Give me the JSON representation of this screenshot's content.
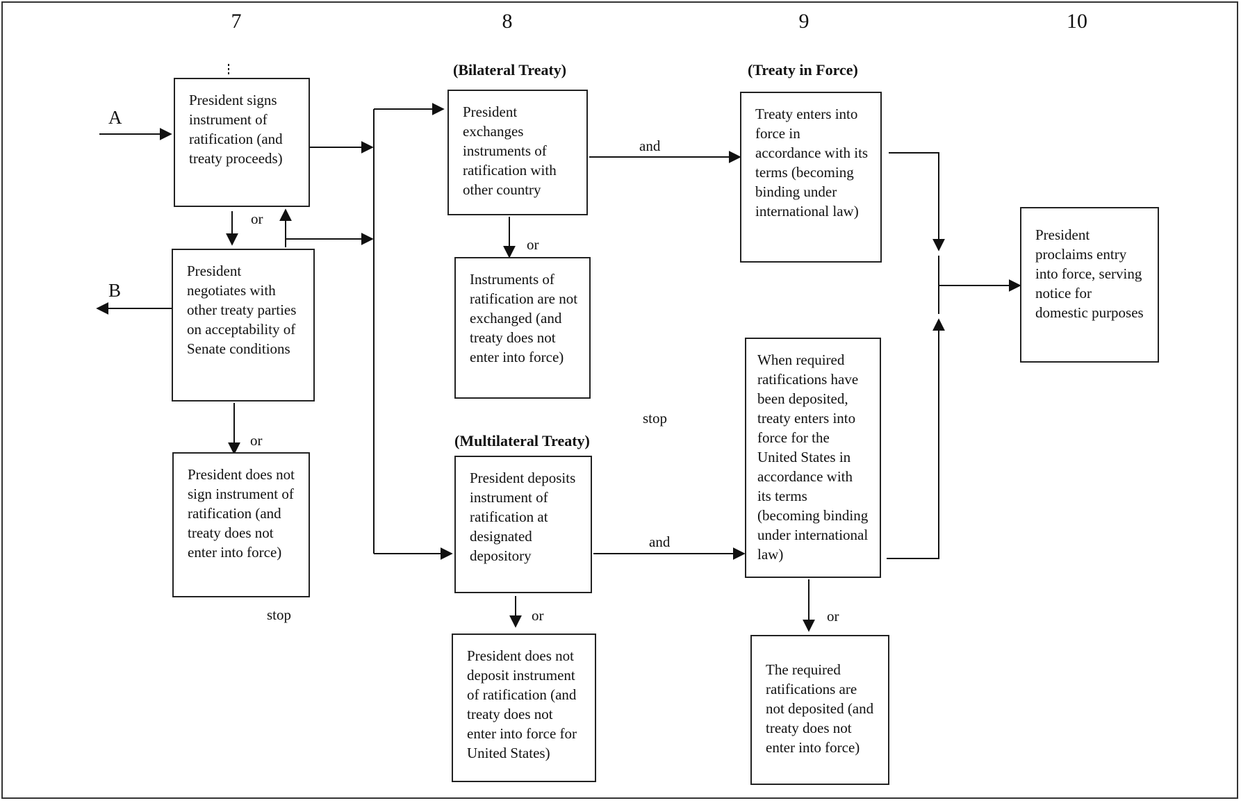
{
  "columns": {
    "c7": "7",
    "c8": "8",
    "c9": "9",
    "c10": "10"
  },
  "headings": {
    "bilateral": "(Bilateral Treaty)",
    "multilateral": "(Multilateral Treaty)",
    "in_force": "(Treaty in Force)"
  },
  "entries": {
    "a": "A",
    "b": "B"
  },
  "boxes": {
    "signs": "President signs instrument of ratification (and treaty proceeds)",
    "negotiates": "President negotiates with other treaty parties on acceptability of Senate conditions",
    "not_sign": "President does not sign instrument of ratification (and treaty does not enter into force)",
    "exchanges": "President exchanges instruments of ratification with other country",
    "not_exchanged": "Instruments of ratification are not exchanged (and treaty does not enter into force)",
    "deposits": "President deposits instrument of ratification at designated depository",
    "not_deposit": "President does not deposit instrument of ratification (and treaty does not enter into force for United States)",
    "enters_force": "Treaty enters into force in accordance with its terms (becoming binding under international law)",
    "when_required": "When required ratifications have been deposited, treaty enters into force for the United States in accordance with its terms (becoming binding under international law)",
    "not_deposited": "The required ratifications are not deposited (and treaty does not enter into force)",
    "proclaims": "President proclaims entry into force, serving notice for domestic purposes"
  },
  "labels": {
    "or_1": "or",
    "or_2": "or",
    "or_3": "or",
    "or_4": "or",
    "or_5": "or",
    "and_1": "and",
    "and_2": "and",
    "stop_1": "stop",
    "stop_2": "stop"
  }
}
